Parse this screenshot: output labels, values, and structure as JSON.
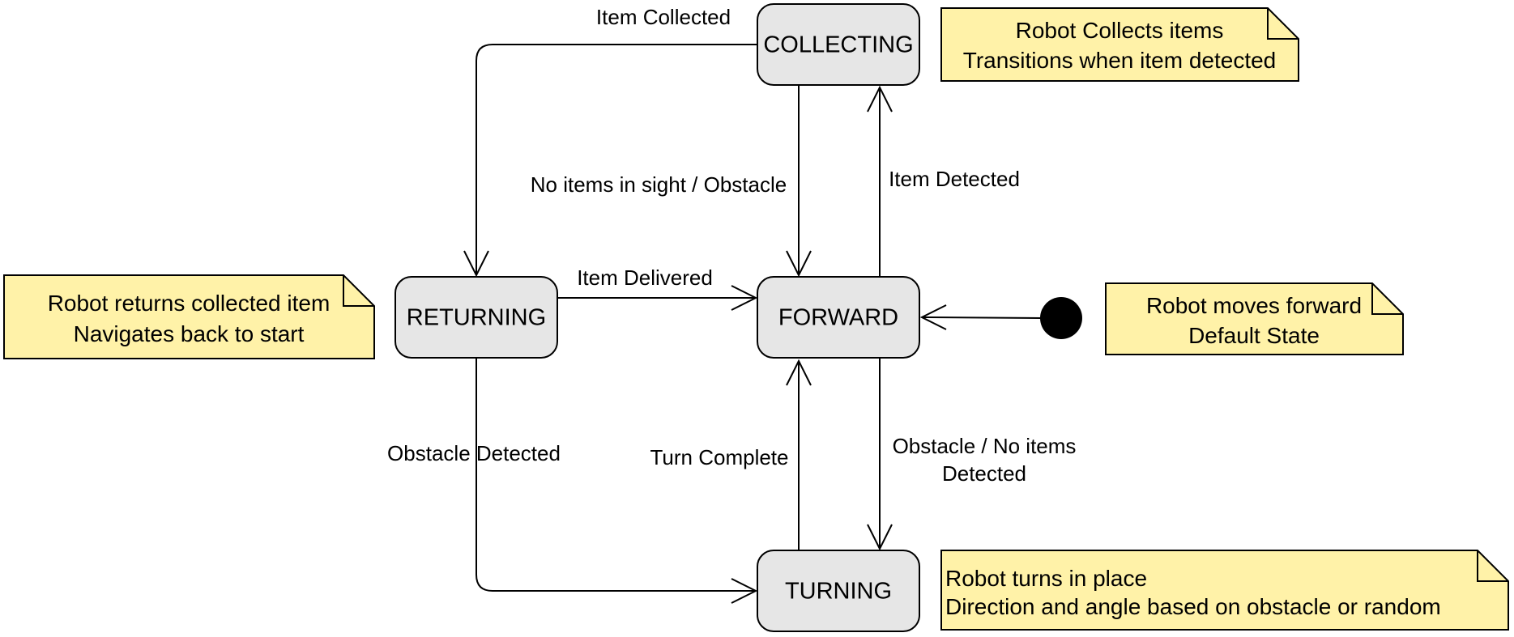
{
  "states": {
    "collecting": "COLLECTING",
    "forward": "FORWARD",
    "returning": "RETURNING",
    "turning": "TURNING"
  },
  "transitions": {
    "item_collected": "Item Collected",
    "no_items_obstacle": "No items in sight / Obstacle",
    "item_detected": "Item Detected",
    "item_delivered": "Item Delivered",
    "obstacle_detected": "Obstacle Detected",
    "turn_complete": "Turn Complete",
    "obstacle_no_items_line1": "Obstacle / No items",
    "obstacle_no_items_line2": "Detected"
  },
  "notes": {
    "collecting": [
      "Robot Collects items",
      "Transitions when item detected"
    ],
    "returning": [
      "Robot returns collected item",
      "Navigates back to start"
    ],
    "forward": [
      "Robot moves forward",
      "Default State"
    ],
    "turning": [
      "Robot turns in place",
      "Direction and angle based on obstacle or random"
    ]
  },
  "colors": {
    "state_fill": "#e6e6e6",
    "note_fill": "#fff2a8",
    "stroke": "#000000"
  }
}
